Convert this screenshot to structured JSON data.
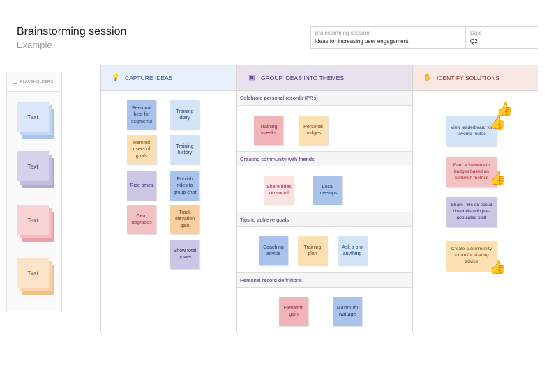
{
  "header": {
    "title": "Brainstorming session",
    "subtitle": "Example"
  },
  "infobox": {
    "label1": "Brainstorming session",
    "value1": "Ideas for increasing user engagement",
    "label2": "Date",
    "value2": "Q2"
  },
  "placeholders": {
    "heading": "PLACEHOLDERS",
    "items": [
      "Text",
      "Text",
      "Text",
      "Text"
    ]
  },
  "columns": {
    "capture": {
      "label": "CAPTURE IDEAS",
      "icon": "lightbulb-icon"
    },
    "group": {
      "label": "GROUP IDEAS INTO THEMES",
      "icon": "group-icon"
    },
    "solutions": {
      "label": "IDENTIFY SOLUTIONS",
      "icon": "hand-icon"
    }
  },
  "capture_notes": [
    "Personal best for segments",
    "Training diary",
    "Remind users of goals",
    "Training history",
    "Ride times",
    "Publish rides to group chat",
    "Gear upgrades",
    "Track elevation gain",
    "Show total power"
  ],
  "themes": [
    {
      "title": "Celebrate personal records (PRs)",
      "notes": [
        "Training streaks",
        "Personal badges"
      ]
    },
    {
      "title": "Creating community with friends",
      "notes": [
        "Share rides on social",
        "Local meetups"
      ]
    },
    {
      "title": "Tips to achieve goals",
      "notes": [
        "Coaching advice",
        "Training plan",
        "Ask a pro anything"
      ]
    },
    {
      "title": "Personal record definitions",
      "notes": [
        "Elevation gain",
        "Maximum wattage"
      ]
    }
  ],
  "solutions": [
    "View leaderboard for favorite routes",
    "Earn achievement badges based on common metrics",
    "Share PRs on social channels with pre-populated post",
    "Create a community forum for sharing advice"
  ],
  "colors": {
    "capture_header": "#e8f1fb",
    "group_header": "#e6e1ec",
    "solutions_header": "#f8e7e2"
  }
}
